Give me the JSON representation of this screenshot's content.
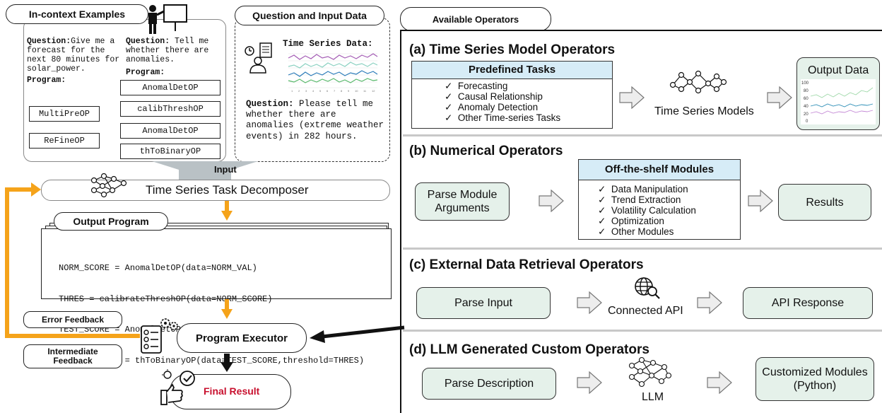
{
  "left": {
    "in_context_title": "In-context Examples",
    "question_input_title": "Question and Input Data",
    "example1": {
      "question_label": "Question:",
      "question_text": "Give me a forecast for the next 80 minutes for solar_power.",
      "program_label": "Program:",
      "ops": [
        "MultiPreOP",
        "ReFineOP"
      ]
    },
    "example2": {
      "question_label": "Question:",
      "question_text": " Tell me whether there are anomalies.",
      "program_label": "Program:",
      "ops": [
        "AnomalDetOP",
        "calibThreshOP",
        "AnomalDetOP",
        "thToBinaryOP"
      ]
    },
    "ts_data_label": "Time Series Data:",
    "question2_label": "Question:",
    "question2_text": " Please tell me whether there are anomalies (extreme weather events) in 282 hours.",
    "input_label": "Input",
    "decomposer_label": "Time Series Task Decomposer",
    "output_program_title": "Output Program",
    "code_lines": [
      "NORM_SCORE = AnomalDetOP(data=NORM_VAL)",
      "THRES = calibrateThreshOP(data=NORM_SCORE)",
      "TEST_SCORE = AnomalDetOP(data=VAL)",
      "FINAL_RESULT = thToBinaryOP(data=TEST_SCORE,threshold=THRES)"
    ],
    "error_feedback": "Error Feedback",
    "intermediate_feedback": "Intermediate\nFeedback",
    "program_executor": "Program Executor",
    "final_result": "Final Result"
  },
  "right": {
    "available_operators": "Available Operators",
    "section_a": {
      "title": "(a) Time Series Model Operators",
      "predefined_title": "Predefined Tasks",
      "tasks": [
        "Forecasting",
        "Causal Relationship",
        "Anomaly Detection",
        "Other Time-series Tasks"
      ],
      "models_label": "Time Series Models",
      "output_title": "Output Data",
      "y_ticks": [
        "100",
        "80",
        "60",
        "40",
        "20",
        "0"
      ]
    },
    "section_b": {
      "title": "(b) Numerical Operators",
      "parse_label": "Parse Module Arguments",
      "modules_title": "Off-the-shelf Modules",
      "modules": [
        "Data Manipulation",
        "Trend Extraction",
        "Volatility Calculation",
        "Optimization",
        "Other Modules"
      ],
      "results_label": "Results"
    },
    "section_c": {
      "title": "(c) External Data Retrieval Operators",
      "parse_label": "Parse Input",
      "api_label": "Connected API",
      "response_label": "API Response"
    },
    "section_d": {
      "title": "(d) LLM Generated Custom Operators",
      "parse_label": "Parse Description",
      "llm_label": "LLM",
      "custom_label": "Customized Modules (Python)"
    }
  },
  "colors": {
    "orange": "#f5a31a",
    "green_fill": "#e5f1ea",
    "blue_header": "#d6ecf7",
    "gray_arrow": "#b9c1c5"
  }
}
